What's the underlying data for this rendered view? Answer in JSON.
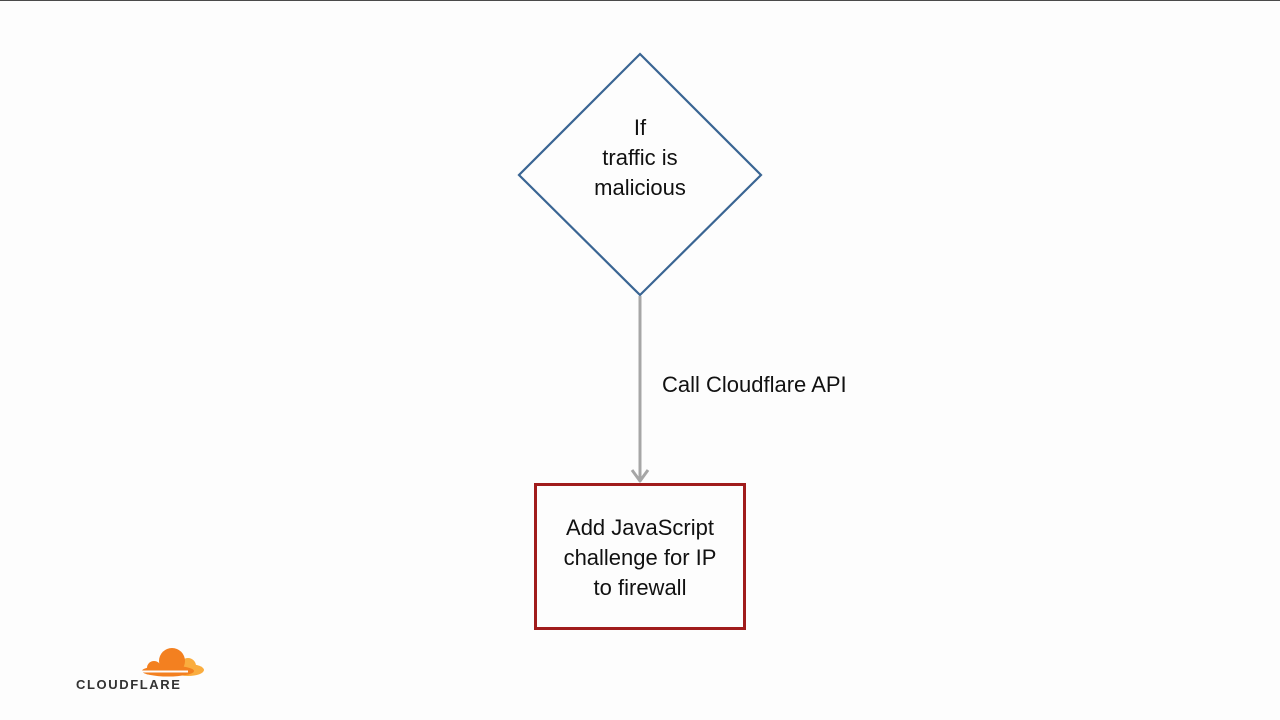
{
  "diagram": {
    "decision": {
      "text": "If\ntraffic is\nmalicious"
    },
    "edge": {
      "label": "Call Cloudflare API"
    },
    "action": {
      "text": "Add JavaScript\nchallenge for IP\nto firewall"
    }
  },
  "logo": {
    "wordmark": "CLOUDFLARE"
  },
  "colors": {
    "decision_border": "#3a6593",
    "action_border": "#a01c1c",
    "arrow": "#a6a6a6",
    "logo_orange": "#f38020",
    "logo_light_orange": "#faad3f"
  }
}
